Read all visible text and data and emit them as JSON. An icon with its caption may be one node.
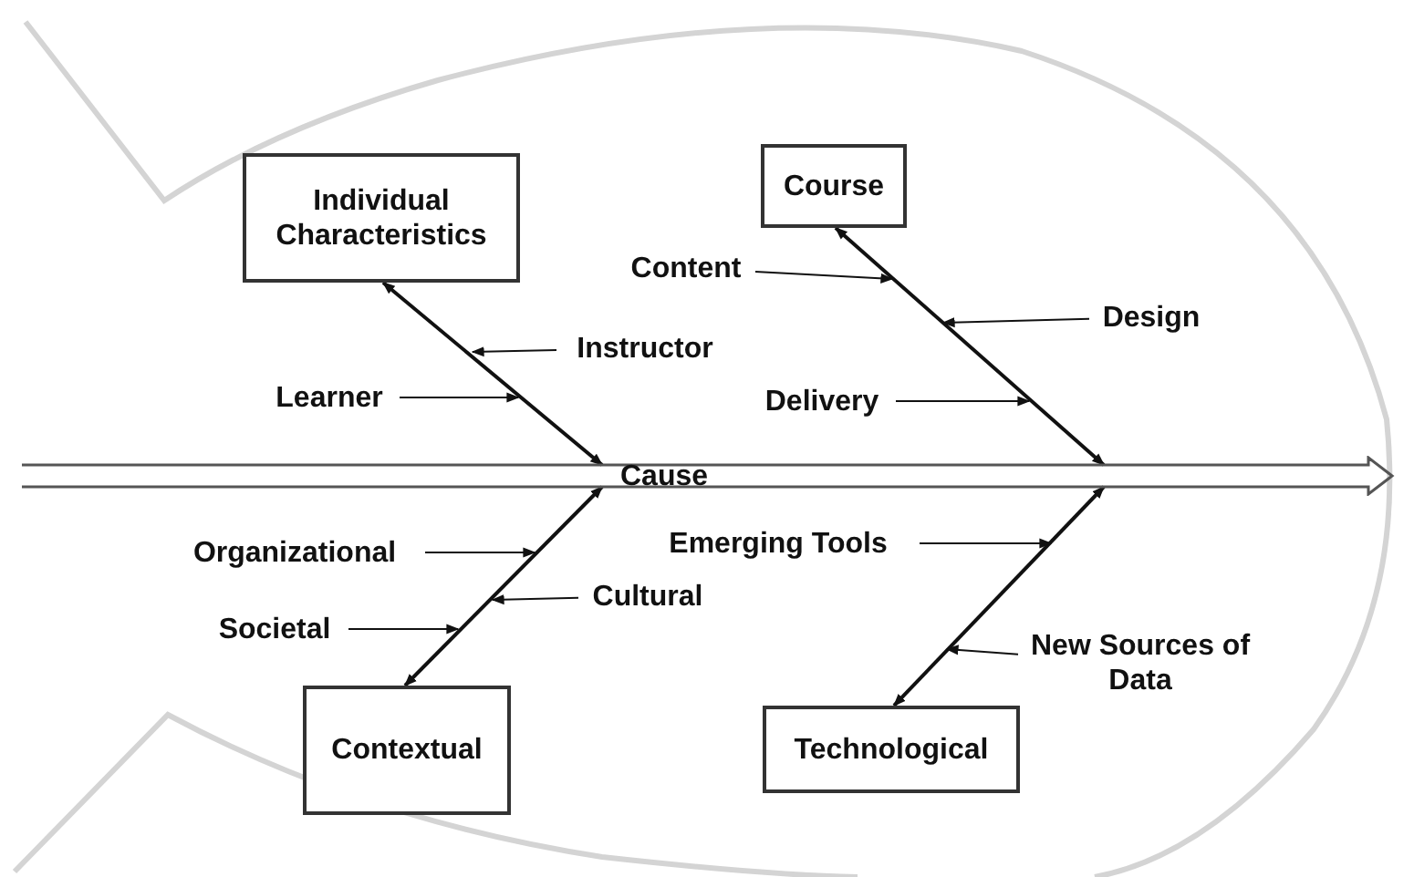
{
  "diagram": {
    "nodes": [
      {
        "text": [
          "Individual Characteristics"
        ]
      },
      {
        "text": [
          "Course"
        ]
      },
      {
        "text": [
          "Content"
        ]
      },
      {
        "text": [
          "Design"
        ]
      },
      {
        "text": [
          "Instructor"
        ]
      },
      {
        "text": [
          "Delivery"
        ]
      },
      {
        "text": [
          "Learner"
        ]
      },
      {
        "text": [
          "Cause"
        ]
      },
      {
        "text": [
          "Organizational"
        ]
      },
      {
        "text": [
          "Emerging Tools"
        ]
      },
      {
        "text": [
          "Cultural"
        ]
      },
      {
        "text": [
          "Societal"
        ]
      },
      {
        "text": [
          "New Sources of Data"
        ]
      },
      {
        "text": [
          "Contextual"
        ]
      },
      {
        "text": [
          "Technological"
        ]
      }
    ],
    "edges": [
      {
        "from": 0,
        "to": 7,
        "arrow": "both"
      },
      {
        "from": 1,
        "to": 7,
        "arrow": "both"
      },
      {
        "from": 13,
        "to": 7,
        "arrow": "both"
      },
      {
        "from": 14,
        "to": 7,
        "arrow": "both"
      },
      {
        "from": 6,
        "to": null,
        "arrow": "to"
      },
      {
        "from": 4,
        "to": null,
        "arrow": "to"
      },
      {
        "from": 2,
        "to": null,
        "arrow": "to"
      },
      {
        "from": 3,
        "to": null,
        "arrow": "to"
      },
      {
        "from": 5,
        "to": null,
        "arrow": "to"
      },
      {
        "from": 8,
        "to": null,
        "arrow": "to"
      },
      {
        "from": 10,
        "to": null,
        "arrow": "to"
      },
      {
        "from": 11,
        "to": null,
        "arrow": "to"
      },
      {
        "from": 9,
        "to": null,
        "arrow": "to"
      },
      {
        "from": 12,
        "to": null,
        "arrow": "to"
      }
    ]
  }
}
